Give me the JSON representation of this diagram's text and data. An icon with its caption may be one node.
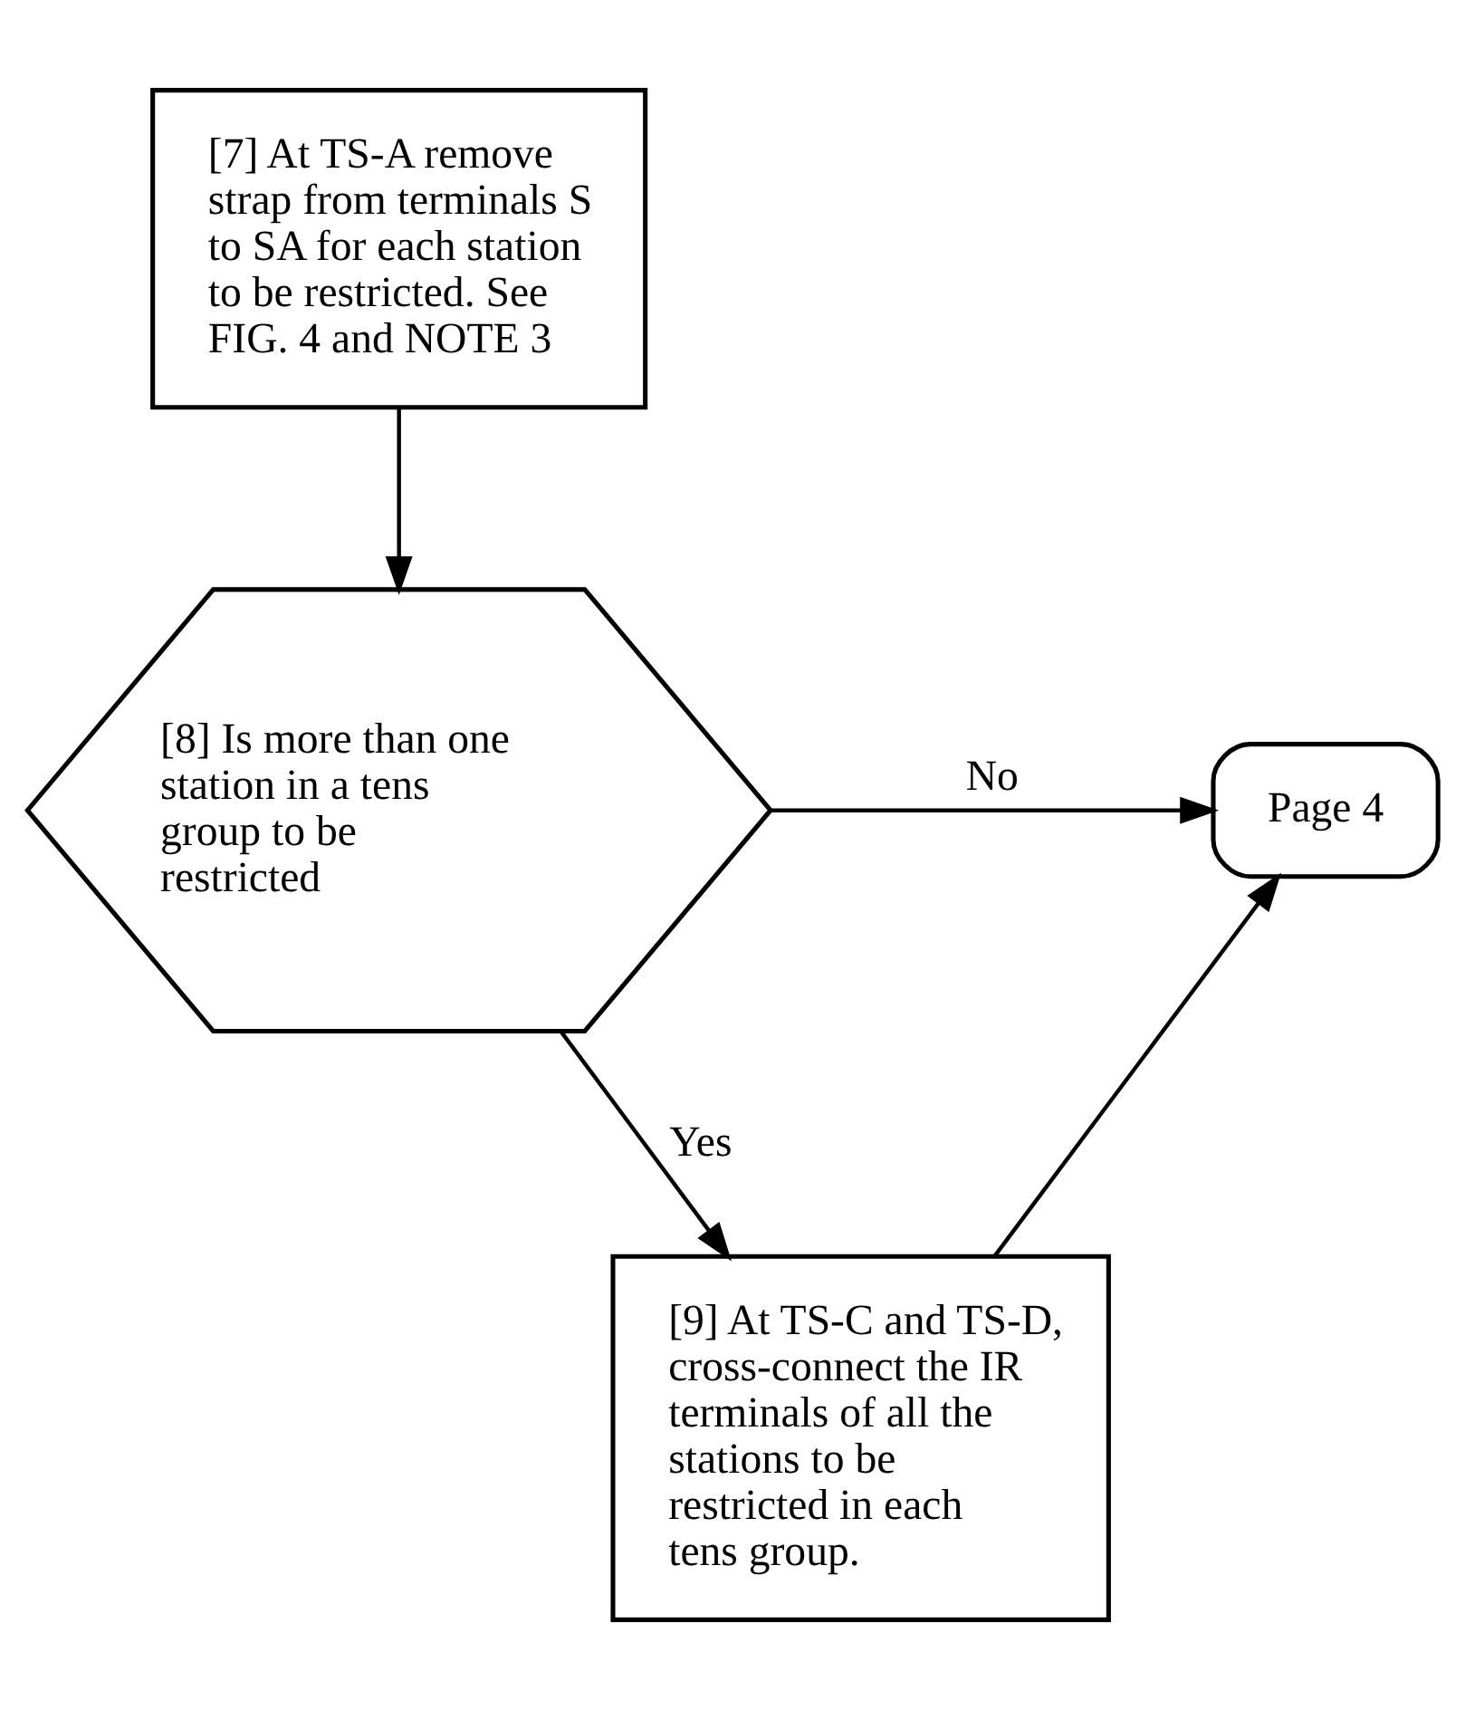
{
  "diagram": {
    "nodes": [
      {
        "text": [
          "[7] At TS-A remove strap from terminals S to SA for each station to be restricted. See FIG. 4 and NOTE 3"
        ]
      },
      {
        "text": [
          "[8] Is more than one station in a tens group to be restricted"
        ]
      },
      {
        "text": [
          "[9] At TS-C and TS-D, cross-connect the IR terminals of all the stations to be restricted in each tens group."
        ]
      },
      {
        "text": [
          "Page 4"
        ]
      }
    ],
    "edges": [
      {
        "from": 0,
        "to": 1,
        "arrow": "to"
      },
      {
        "from": 1,
        "to": 3,
        "arrow": "to",
        "label": "No"
      },
      {
        "from": 1,
        "to": 2,
        "arrow": "to",
        "label": "Yes"
      },
      {
        "from": 2,
        "to": 3,
        "arrow": "to"
      }
    ]
  }
}
